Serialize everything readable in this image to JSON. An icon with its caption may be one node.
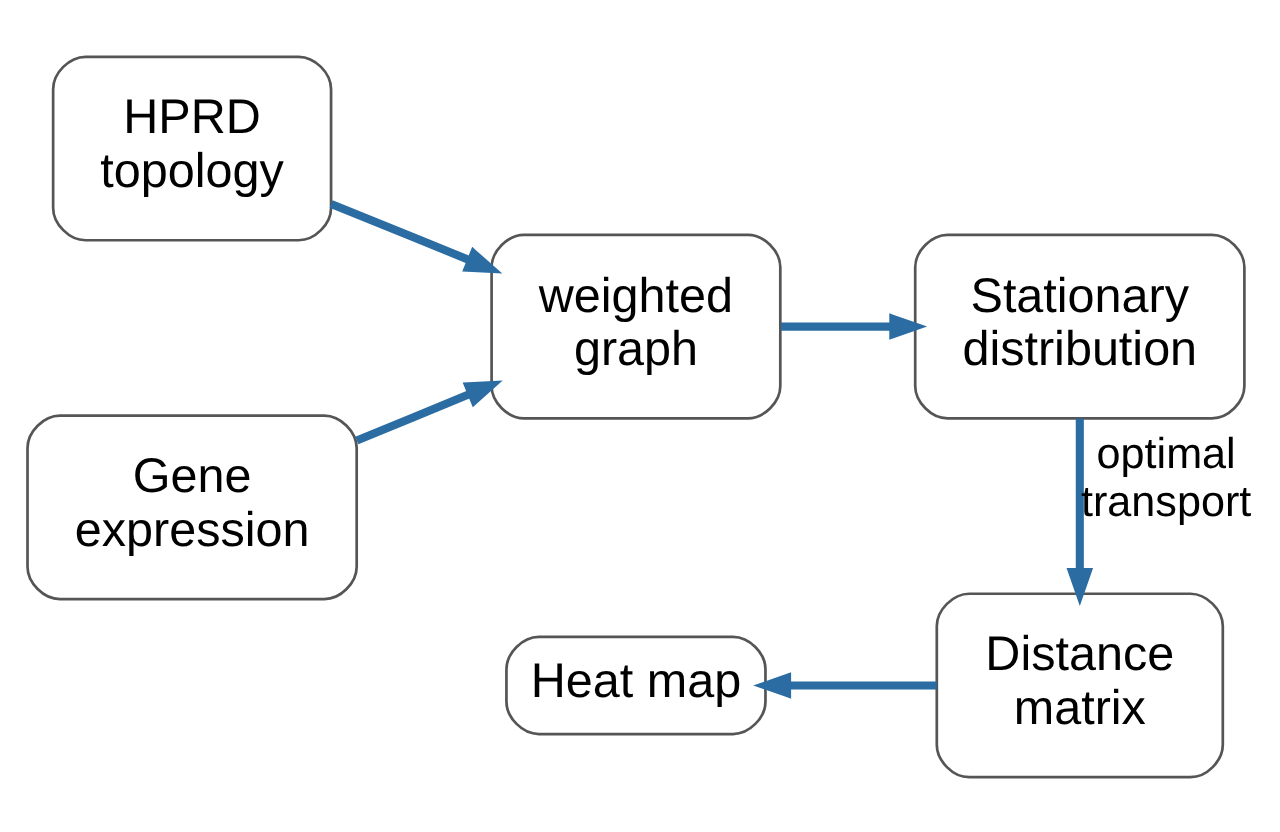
{
  "diagram": {
    "nodes": [
      {
        "text": [
          "HPRD topology"
        ]
      },
      {
        "text": [
          "Gene expression"
        ]
      },
      {
        "text": [
          "weighted graph"
        ]
      },
      {
        "text": [
          "Stationary distribution"
        ]
      },
      {
        "text": [
          "Distance matrix"
        ]
      },
      {
        "text": [
          "Heat map"
        ]
      }
    ],
    "edges": [
      {
        "from": 0,
        "to": 2,
        "arrow": "to"
      },
      {
        "from": 1,
        "to": 2,
        "arrow": "to"
      },
      {
        "from": 2,
        "to": 3,
        "arrow": "to"
      },
      {
        "from": 3,
        "to": 4,
        "label": "optimal transport",
        "arrow": "to"
      },
      {
        "from": 4,
        "to": 5,
        "arrow": "to"
      }
    ]
  }
}
